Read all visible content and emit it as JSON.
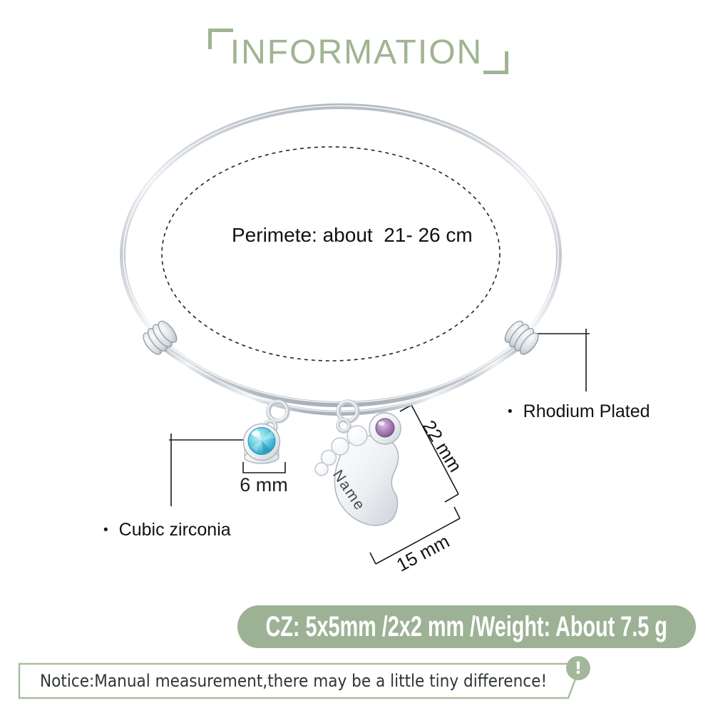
{
  "colors": {
    "accent_green": "#a0b494",
    "banner_green": "#9db295",
    "notice_border_green": "#a9bda0",
    "blue_gem": "#54c6dd",
    "purple_gem": "#a87fb5",
    "silver": "#d4d9de"
  },
  "header": {
    "title": "INFORMATION"
  },
  "product": {
    "perimeter_label": "Perimete: about  21- 26 cm",
    "name_engraving": "Name"
  },
  "callouts": {
    "bullet": "•",
    "rhodium": "Rhodium Plated",
    "cubic_zirconia": "Cubic zirconia",
    "gem_diameter": "6 mm",
    "charm_height": "22 mm",
    "charm_width": "15 mm"
  },
  "spec_banner": {
    "text": "CZ: 5x5mm /2x2 mm /Weight: About 7.5 g"
  },
  "notice": {
    "text": "Notice:Manual measurement,there may be a little tiny difference!",
    "icon_glyph": "!"
  }
}
